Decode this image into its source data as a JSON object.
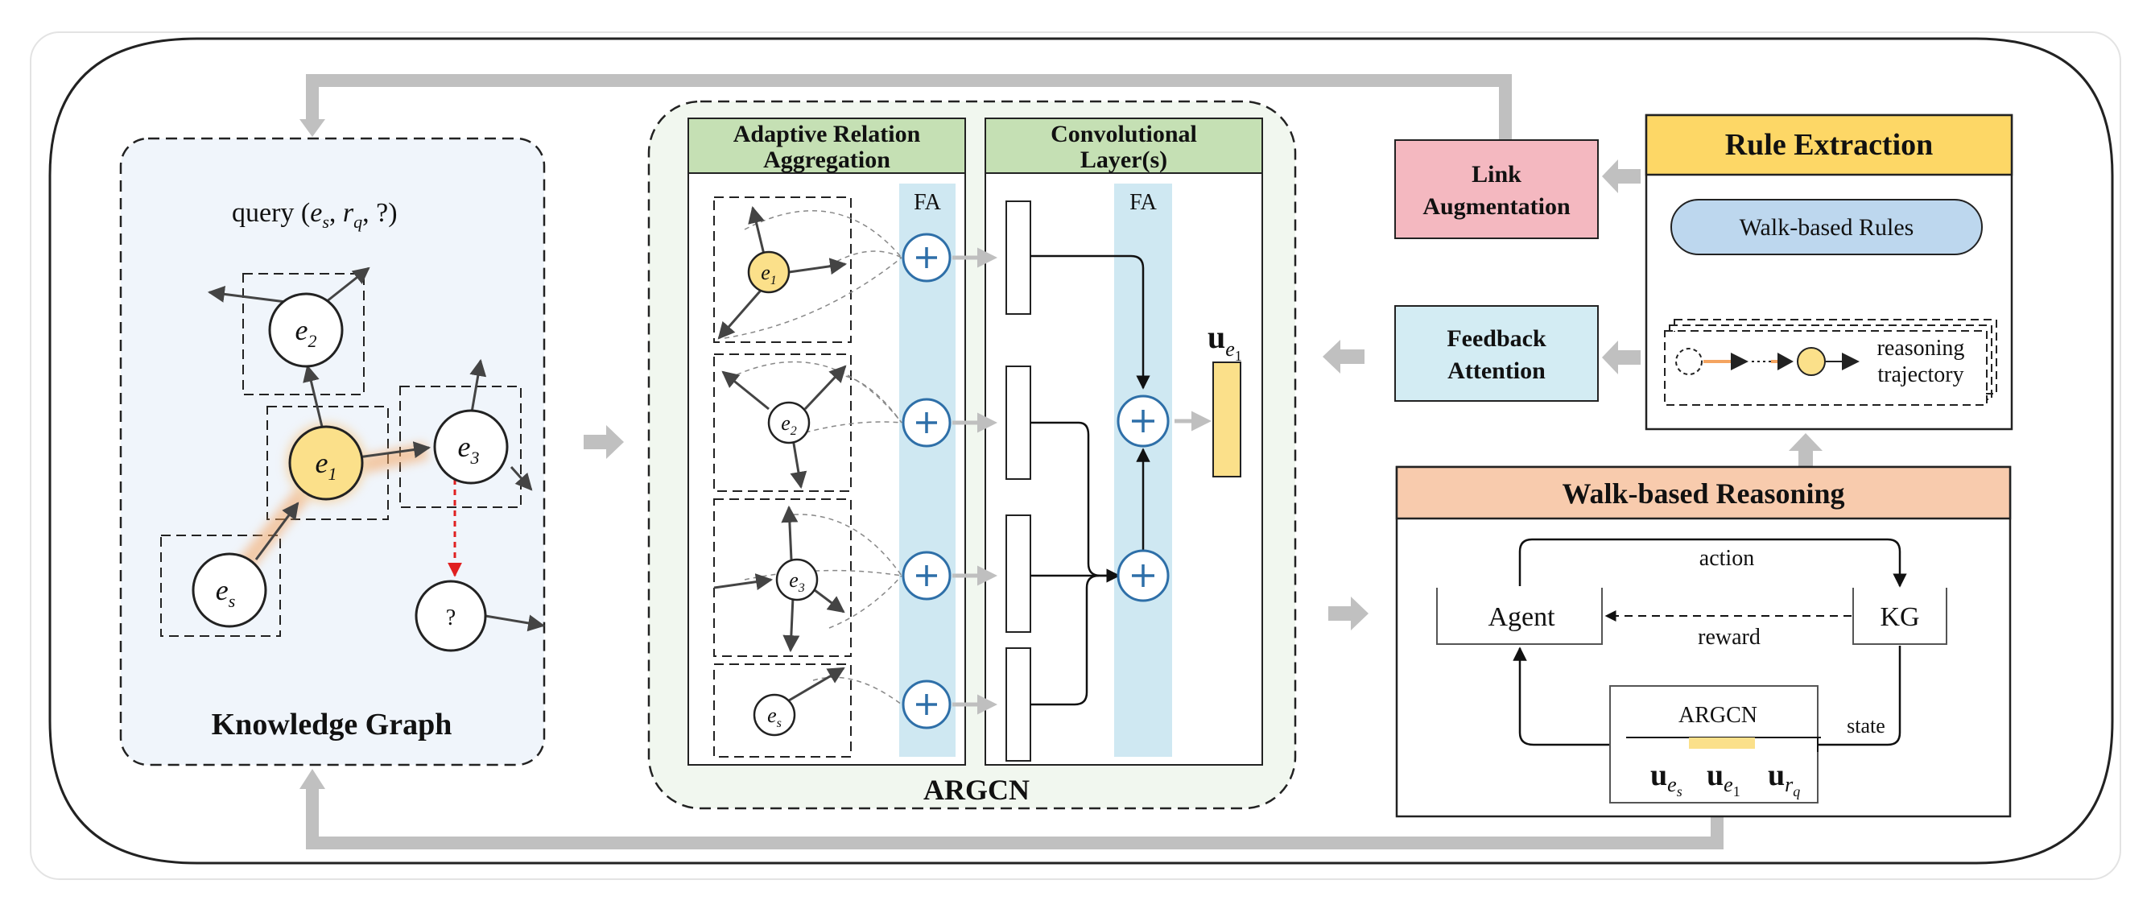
{
  "kg": {
    "query_prefix": "query (",
    "query_es": "e",
    "query_es_sub": "s",
    "query_sep1": ", ",
    "query_rq": "r",
    "query_rq_sub": "q",
    "query_end": ", ?)",
    "node_e2": "e",
    "node_e2_sub": "2",
    "node_e1": "e",
    "node_e1_sub": "1",
    "node_e3": "e",
    "node_e3_sub": "3",
    "node_es": "e",
    "node_es_sub": "s",
    "node_unknown": "?",
    "title": "Knowledge Graph"
  },
  "argcn": {
    "title": "ARGCN",
    "ara_header_line1": "Adaptive Relation",
    "ara_header_line2": "Aggregation",
    "conv_header_line1": "Convolutional",
    "conv_header_line2": "Layer(s)",
    "fa_label_left": "FA",
    "fa_label_right": "FA",
    "sub_e1": "e",
    "sub_e1_sub": "1",
    "sub_e2": "e",
    "sub_e2_sub": "2",
    "sub_e3": "e",
    "sub_e3_sub": "3",
    "sub_es": "e",
    "sub_es_sub": "s",
    "output_u": "u",
    "output_sub": "e",
    "output_sub_sub": "1"
  },
  "link_aug": {
    "line1": "Link",
    "line2": "Augmentation"
  },
  "feedback": {
    "line1": "Feedback",
    "line2": "Attention"
  },
  "rule_extraction": {
    "title": "Rule Extraction",
    "walk_rules": "Walk-based Rules",
    "trajectory_line1": "reasoning",
    "trajectory_line2": "trajectory"
  },
  "walk_reasoning": {
    "title": "Walk-based Reasoning",
    "agent": "Agent",
    "kg": "KG",
    "action": "action",
    "reward": "reward",
    "state": "state",
    "argcn": "ARGCN",
    "u1": "u",
    "u1_sub": "e",
    "u1_subsub": "s",
    "u2": "u",
    "u2_sub": "e",
    "u2_subsub": "1",
    "u3": "u",
    "u3_sub": "r",
    "u3_subsub": "q"
  },
  "colors": {
    "kg_panel": "#f0f5fb",
    "argcn_panel": "#f1f7ef",
    "green_header": "#c5e0b4",
    "fa_band": "#cfe8f2",
    "node_yellow": "#fbe08a",
    "link_aug": "#f4b8c0",
    "feedback": "#d3ecf3",
    "rule_header": "#fdd766",
    "walk_rules": "#bdd7ee",
    "walk_reasoning_header": "#f8cbad",
    "gray_arrow": "#bfbfbf",
    "red_dashed": "#e02020",
    "plus_blue": "#2e6fa8"
  }
}
